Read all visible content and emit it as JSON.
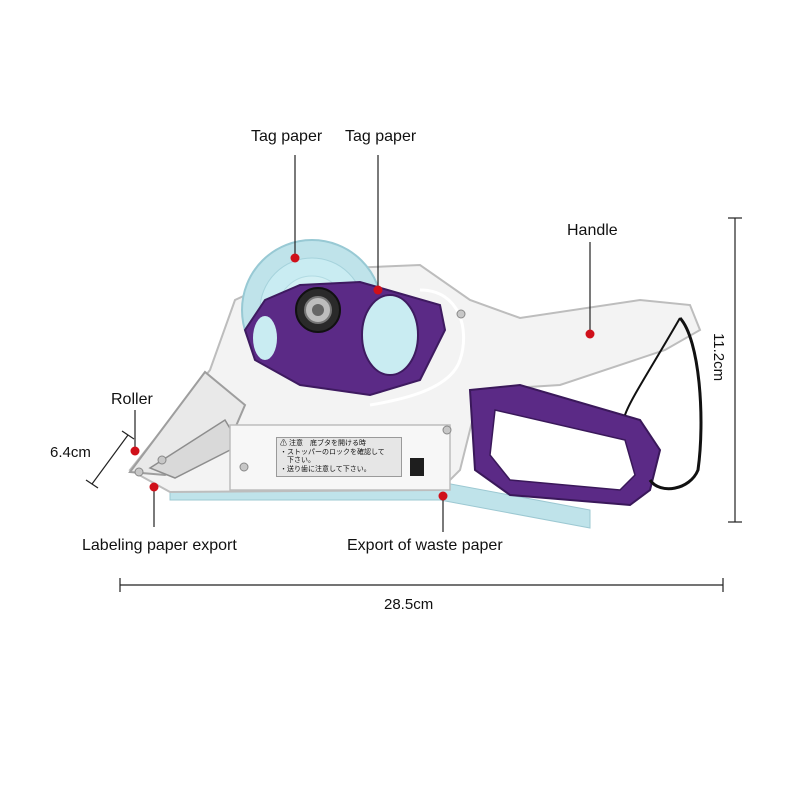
{
  "callouts": {
    "tag_paper_1": "Tag paper",
    "tag_paper_2": "Tag paper",
    "handle": "Handle",
    "roller": "Roller",
    "labeling_export": "Labeling paper export",
    "waste_export": "Export of waste paper"
  },
  "dimensions": {
    "height_left": "6.4cm",
    "height_right": "11.2cm",
    "width": "28.5cm"
  },
  "warning_sticker": {
    "title": "⚠ 注意　底ブタを開ける時",
    "line1": "・ストッパーのロックを確認して",
    "line2": "　下さい。",
    "line3": "・送り歯に注意して下さい。"
  },
  "colors": {
    "accent_purple": "#5b2a86",
    "marker_red": "#d0101a",
    "tag_roll_blue": "#bfe3ea",
    "body_white": "#f2f2f2"
  }
}
